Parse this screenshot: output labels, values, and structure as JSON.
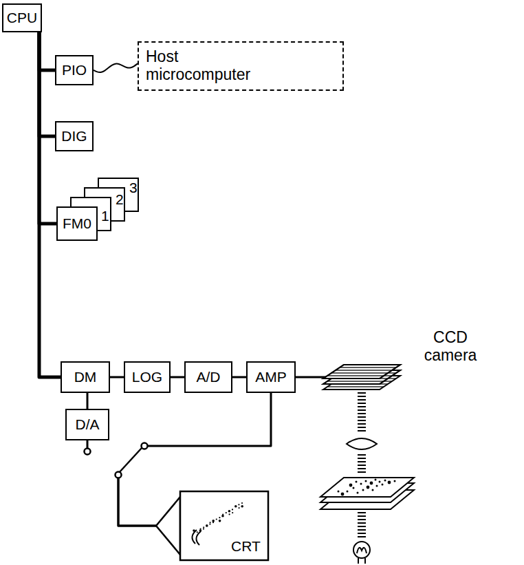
{
  "diagram": {
    "nodes": [
      {
        "text": [
          "CPU"
        ]
      },
      {
        "text": [
          "PIO"
        ]
      },
      {
        "text": [
          "Host microcomputer"
        ]
      },
      {
        "text": [
          "DIG"
        ]
      },
      {
        "text": [
          "FM0"
        ]
      },
      {
        "text": [
          "1"
        ]
      },
      {
        "text": [
          "2"
        ]
      },
      {
        "text": [
          "3"
        ]
      },
      {
        "text": [
          "DM"
        ]
      },
      {
        "text": [
          "LOG"
        ]
      },
      {
        "text": [
          "A/D"
        ]
      },
      {
        "text": [
          "AMP"
        ]
      },
      {
        "text": [
          "D/A"
        ]
      },
      {
        "text": [
          "CRT"
        ]
      }
    ],
    "edges": [
      {
        "from": 0,
        "to": 1,
        "arrow": "none"
      },
      {
        "from": 1,
        "to": 2,
        "arrow": "none"
      },
      {
        "from": 0,
        "to": 3,
        "arrow": "none"
      },
      {
        "from": 0,
        "to": 4,
        "arrow": "none"
      },
      {
        "from": 0,
        "to": 8,
        "arrow": "none"
      },
      {
        "from": 8,
        "to": 9,
        "arrow": "none"
      },
      {
        "from": 9,
        "to": 10,
        "arrow": "none"
      },
      {
        "from": 10,
        "to": 11,
        "arrow": "none"
      },
      {
        "from": 8,
        "to": 12,
        "arrow": "none"
      },
      {
        "from": 12,
        "to": 13,
        "arrow": "none"
      },
      {
        "from": 11,
        "to": 13,
        "arrow": "none"
      }
    ],
    "labels": [
      "CCD camera"
    ]
  }
}
